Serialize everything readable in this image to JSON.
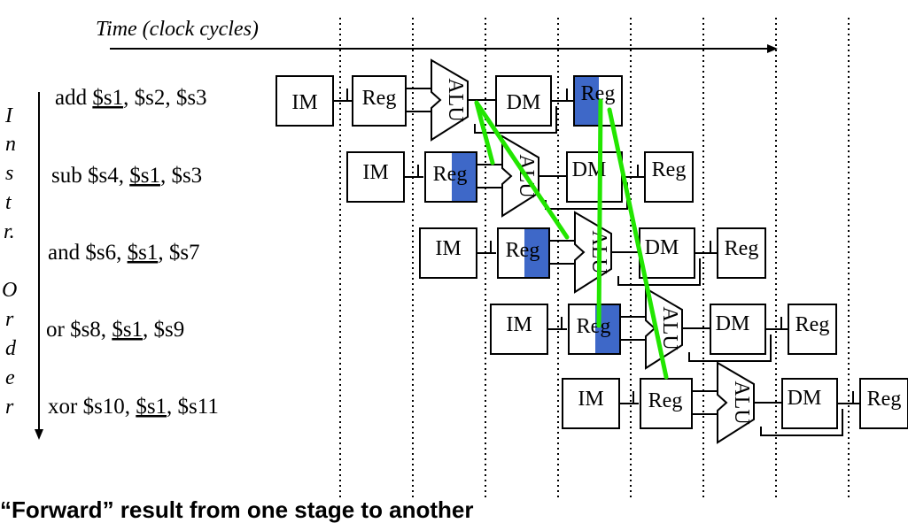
{
  "title": "Time (clock cycles)",
  "vertical_label": [
    "I",
    "n",
    "s",
    "t",
    "r.",
    "O",
    "r",
    "d",
    "e",
    "r"
  ],
  "stage_labels": {
    "im": "IM",
    "reg": "Reg",
    "alu": "ALU",
    "dm": "DM"
  },
  "instructions": [
    {
      "pre": "add ",
      "ul": "",
      "post": "",
      "full_pre": "add ",
      "u1": "$s1",
      "rest": ", $s2, $s3"
    },
    {
      "pre": "sub $s4, ",
      "ul": "$s1",
      "post": ", $s3"
    },
    {
      "pre": "and $s6, ",
      "ul": "$s1",
      "post": ", $s7"
    },
    {
      "pre": "or $s8, ",
      "ul": "$s1",
      "post": ", $s9"
    },
    {
      "pre": "xor $s10, ",
      "ul": "$s1",
      "post": ", $s11"
    }
  ],
  "caption": "“Forward” result from one stage to another",
  "colors": {
    "forward": "#22e600",
    "reg_highlight": "#3e68c8"
  }
}
